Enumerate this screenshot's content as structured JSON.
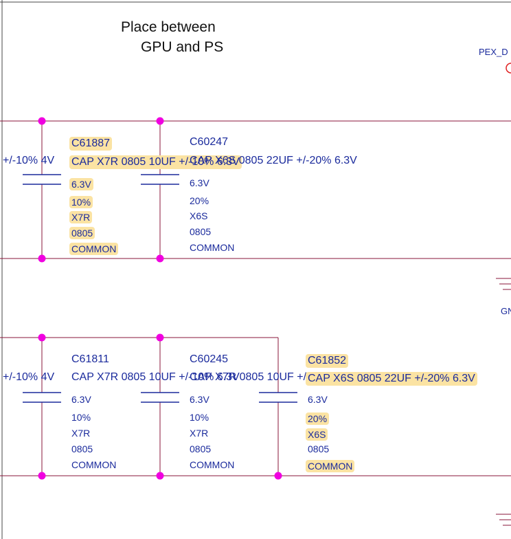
{
  "note": {
    "line1": "Place between",
    "line2": "GPU and PS"
  },
  "nets": {
    "top_right": "PEX_D",
    "gnd": "GN"
  },
  "row1": {
    "partial_value": "+/-10% 4V",
    "caps": [
      {
        "ref": "C61887",
        "value": "CAP X7R 0805 10UF +/-10% 6.3V",
        "voltage": "6.3V",
        "tolerance": "10%",
        "dielectric": "X7R",
        "package": "0805",
        "type": "COMMON",
        "highlighted": true
      },
      {
        "ref": "C60247",
        "value": "CAP X6S 0805 22UF +/-20% 6.3V",
        "voltage": "6.3V",
        "tolerance": "20%",
        "dielectric": "X6S",
        "package": "0805",
        "type": "COMMON",
        "highlighted": false
      }
    ]
  },
  "row2": {
    "partial_value": "+/-10% 4V",
    "caps": [
      {
        "ref": "C61811",
        "value": "CAP X7R 0805 10UF +/-10% 6.3V",
        "voltage": "6.3V",
        "tolerance": "10%",
        "dielectric": "X7R",
        "package": "0805",
        "type": "COMMON",
        "highlighted": false
      },
      {
        "ref": "C60245",
        "value": "CAP X7R 0805 10UF +/-10% 6.3V",
        "voltage": "6.3V",
        "tolerance": "10%",
        "dielectric": "X7R",
        "package": "0805",
        "type": "COMMON",
        "highlighted": false
      },
      {
        "ref": "C61852",
        "value": "CAP X6S 0805 22UF +/-20% 6.3V",
        "voltage": "6.3V",
        "tolerance": "20%",
        "dielectric": "X6S",
        "package": "0805",
        "type": "COMMON",
        "highlighted": true
      }
    ]
  },
  "colors": {
    "wire": "#8a1538",
    "symbol": "#1a2a9c",
    "junction": "#f000e0",
    "text": "#1a2a9c",
    "highlight": "#fbe3a3",
    "probe": "#e02020"
  }
}
